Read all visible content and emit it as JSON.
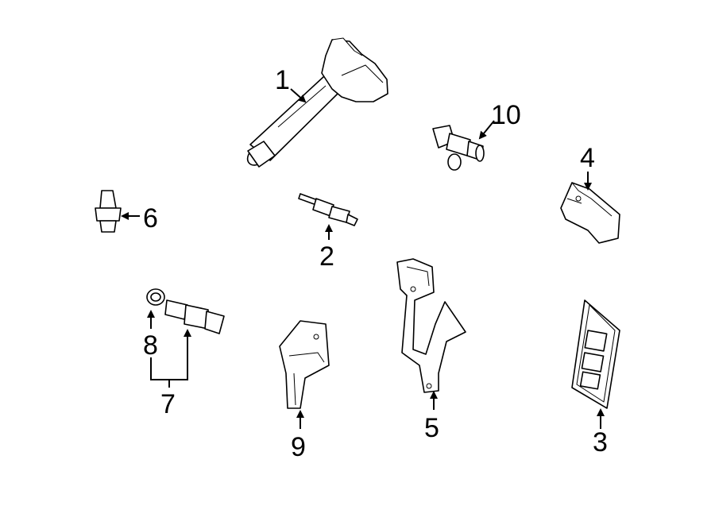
{
  "callouts": {
    "p1": "1",
    "p2": "2",
    "p3": "3",
    "p4": "4",
    "p5": "5",
    "p6": "6",
    "p7": "7",
    "p8": "8",
    "p9": "9",
    "p10": "10"
  },
  "icons": {
    "p1": "ignition-coil",
    "p2": "spark-plug",
    "p3": "engine-control-module",
    "p4": "ecm-mounting-bracket",
    "p5": "support-bracket",
    "p6": "oil-pressure-sensor",
    "p7": "speed-sensor",
    "p8": "o-ring-seal",
    "p9": "module-bracket",
    "p10": "camshaft-position-sensor"
  }
}
